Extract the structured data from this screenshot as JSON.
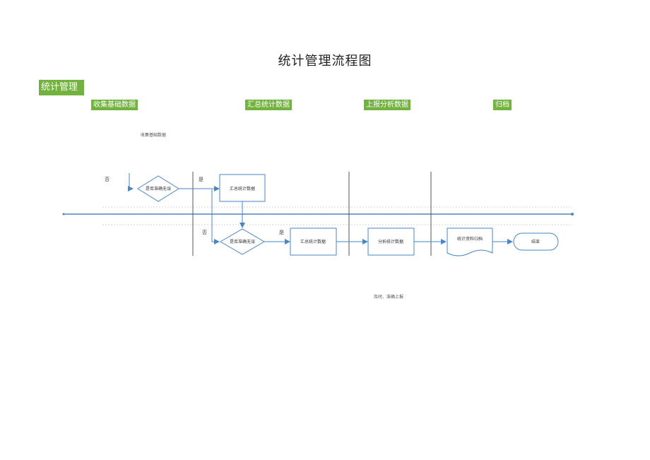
{
  "title": "统计管理流程图",
  "main_tag": "统计管理",
  "stages": [
    "收集基础数据",
    "汇总统计数据",
    "上报分析数据",
    "归档"
  ],
  "notes": {
    "collect": "收集基础数据",
    "report": "及时、准确上报"
  },
  "branches": {
    "no": "否",
    "yes": "是"
  },
  "nodes": {
    "check1": "是否准确无误",
    "summary1": "汇总统计数据",
    "check2": "是否准确无误",
    "summary2": "汇总统计数据",
    "analyze": "分析统计数据",
    "archive": "统计资料归档",
    "end": "结束"
  },
  "colors": {
    "accent_green": "#72b23f",
    "flow_blue": "#4a86c5",
    "divider_gray": "#555555"
  }
}
